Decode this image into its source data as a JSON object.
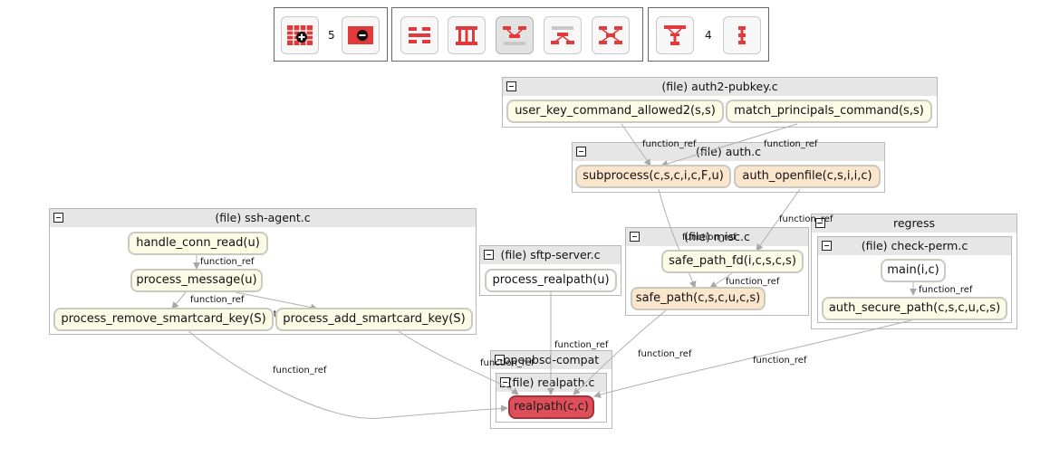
{
  "toolbar": {
    "group1": {
      "count": "5",
      "buttons": [
        "expand-all-icon",
        "collapse-all-icon"
      ]
    },
    "group2": {
      "buttons": [
        "layout-horizontal-icon",
        "layout-vertical-icon",
        "layout-tree-up-icon",
        "layout-tree-down-icon",
        "layout-radial-icon"
      ]
    },
    "group3": {
      "count": "4",
      "buttons": [
        "layout-hierarchy-icon",
        "layout-compact-icon"
      ]
    }
  },
  "clusters": {
    "auth2_pubkey": "(file) auth2-pubkey.c",
    "auth": "(file) auth.c",
    "ssh_agent": "(file) ssh-agent.c",
    "sftp_server": "(file) sftp-server.c",
    "misc": "(file) misc.c",
    "regress": "regress",
    "check_perm": "(file) check-perm.c",
    "openbsd_compat": "openbsd-compat",
    "realpath_file": "(file) realpath.c"
  },
  "nodes": {
    "user_key_command_allowed2": "user_key_command_allowed2(s,s)",
    "match_principals_command": "match_principals_command(s,s)",
    "subprocess": "subprocess(c,s,c,i,c,F,u)",
    "auth_openfile": "auth_openfile(c,s,i,i,c)",
    "handle_conn_read": "handle_conn_read(u)",
    "process_message": "process_message(u)",
    "process_remove_smartcard_key": "process_remove_smartcard_key(S)",
    "process_add_smartcard_key": "process_add_smartcard_key(S)",
    "process_realpath": "process_realpath(u)",
    "safe_path_fd": "safe_path_fd(i,c,s,c,s)",
    "safe_path": "safe_path(c,s,c,u,c,s)",
    "main": "main(i,c)",
    "auth_secure_path": "auth_secure_path(c,s,c,u,c,s)",
    "realpath": "realpath(c,c)"
  },
  "edge_label": "function_ref",
  "colors": {
    "node_default": "#fbfbe6",
    "node_caller": "#fce5cd",
    "node_target": "#de4f5a",
    "edge": "#b0b0b0"
  }
}
